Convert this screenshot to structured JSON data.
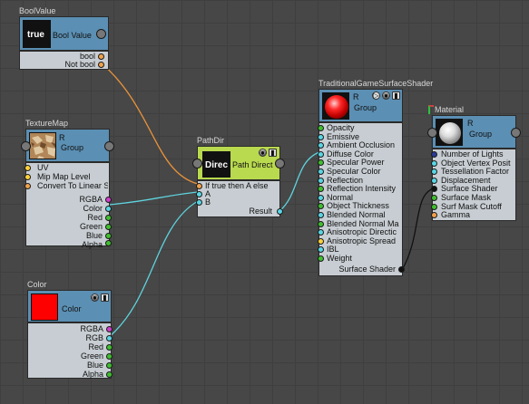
{
  "bool_node": {
    "title": "BoolValue",
    "swatch": "true",
    "label": "Bool Value",
    "outputs": [
      "bool",
      "Not bool"
    ]
  },
  "texture_node": {
    "title": "TextureMap",
    "r": "R",
    "label": "Group",
    "inputs": [
      "UV",
      "Mip Map Level",
      "Convert To Linear S"
    ],
    "outputs": [
      "RGBA",
      "Color",
      "Red",
      "Green",
      "Blue",
      "Alpha"
    ]
  },
  "color_node": {
    "title": "Color",
    "label": "Color",
    "outputs": [
      "RGBA",
      "RGB",
      "Red",
      "Green",
      "Blue",
      "Alpha"
    ]
  },
  "pathdir_node": {
    "title": "PathDir",
    "swatch": "Direc",
    "label": "Path Direct",
    "inputs": [
      "If true then A else",
      "A",
      "B"
    ],
    "output": "Result"
  },
  "shader_node": {
    "title": "TraditionalGameSurfaceShader",
    "r": "R",
    "label": "Group",
    "inputs": [
      "Opacity",
      "Emissive",
      "Ambient Occlusion",
      "Diffuse Color",
      "Specular Power",
      "Specular Color",
      "Reflection",
      "Reflection Intensity",
      "Normal",
      "Object Thickness",
      "Blended Normal",
      "Blended Normal Ma",
      "Anisotropic Directic",
      "Anisotropic Spread",
      "IBL",
      "Weight"
    ],
    "output": "Surface Shader"
  },
  "material_node": {
    "title": "Material",
    "r": "R",
    "label": "Group",
    "inputs": [
      "Number of Lights",
      "Object Vertex Posit",
      "Tessellation Factor",
      "Displacement",
      "Surface Shader",
      "Surface Mask",
      "Surf Mask Cutoff",
      "Gamma"
    ]
  },
  "colors": {
    "canvas": "#474747",
    "node_header": "#5b8fb3",
    "node_body": "#c7cdd2",
    "pathdir_header": "#b9d94f",
    "wire_orange": "#e8923a",
    "wire_cyan": "#5fd3de",
    "wire_black": "#111111",
    "color_swatch": "#ff0000"
  }
}
